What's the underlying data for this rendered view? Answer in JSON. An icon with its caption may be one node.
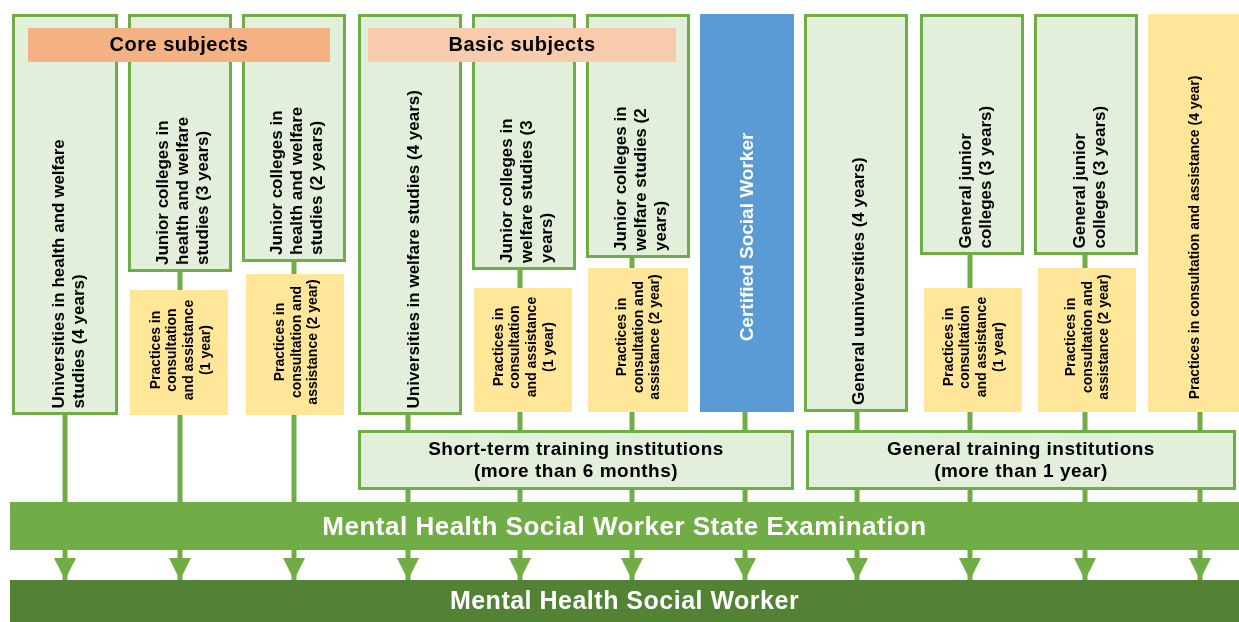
{
  "diagram": {
    "nodes": [
      {
        "text": [
          "Core subjects"
        ]
      },
      {
        "text": [
          "Basic subjects"
        ]
      },
      {
        "text": [
          "Universities in health and welfare studies (4 years)"
        ]
      },
      {
        "text": [
          "Junior colleges in health and welfare studies (3 years)"
        ]
      },
      {
        "text": [
          "Junior colleges in health and welfare studies (2 years)"
        ]
      },
      {
        "text": [
          "Universities in welfare studies (4 years)"
        ]
      },
      {
        "text": [
          "Junior colleges in welfare studies (3 years)"
        ]
      },
      {
        "text": [
          "Junior colleges in welfare studies (2 years)"
        ]
      },
      {
        "text": [
          "Certified Social Worker"
        ]
      },
      {
        "text": [
          "General uuniversities (4 years)"
        ]
      },
      {
        "text": [
          "General junior colleges (3 years)"
        ]
      },
      {
        "text": [
          "General junior colleges (3 years)"
        ]
      },
      {
        "text": [
          "Practices in consultation and assistance (4 year)"
        ]
      },
      {
        "text": [
          "Practices in consultation and assistance (1 year)"
        ]
      },
      {
        "text": [
          "Practices in consultation and assistance (2 year)"
        ]
      },
      {
        "text": [
          "Practices in consultation and assistance (1 year)"
        ]
      },
      {
        "text": [
          "Practices in consultation and assistance (2 year)"
        ]
      },
      {
        "text": [
          "Practices in consultation and assistance (1 year)"
        ]
      },
      {
        "text": [
          "Practices in consultation and assistance (2 year)"
        ]
      },
      {
        "text": [
          "Short-term training institutions",
          "(more than 6 months)"
        ]
      },
      {
        "text": [
          "General training institutions",
          "(more than 1 year)"
        ]
      },
      {
        "text": [
          "Mental Health Social Worker State Examination"
        ]
      },
      {
        "text": [
          "Mental Health Social Worker"
        ]
      }
    ],
    "edges": [
      {
        "from": 2,
        "to": 21,
        "arrow": "none"
      },
      {
        "from": 3,
        "to": 13,
        "arrow": "none"
      },
      {
        "from": 13,
        "to": 21,
        "arrow": "none"
      },
      {
        "from": 4,
        "to": 14,
        "arrow": "none"
      },
      {
        "from": 14,
        "to": 21,
        "arrow": "none"
      },
      {
        "from": 5,
        "to": 19,
        "arrow": "none"
      },
      {
        "from": 19,
        "to": 21,
        "arrow": "none"
      },
      {
        "from": 6,
        "to": 15,
        "arrow": "none"
      },
      {
        "from": 15,
        "to": 19,
        "arrow": "none"
      },
      {
        "from": 19,
        "to": 21,
        "arrow": "none"
      },
      {
        "from": 7,
        "to": 16,
        "arrow": "none"
      },
      {
        "from": 16,
        "to": 19,
        "arrow": "none"
      },
      {
        "from": 19,
        "to": 21,
        "arrow": "none"
      },
      {
        "from": 8,
        "to": 19,
        "arrow": "none"
      },
      {
        "from": 19,
        "to": 21,
        "arrow": "none"
      },
      {
        "from": 9,
        "to": 20,
        "arrow": "none"
      },
      {
        "from": 20,
        "to": 21,
        "arrow": "none"
      },
      {
        "from": 10,
        "to": 17,
        "arrow": "none"
      },
      {
        "from": 17,
        "to": 20,
        "arrow": "none"
      },
      {
        "from": 20,
        "to": 21,
        "arrow": "none"
      },
      {
        "from": 11,
        "to": 18,
        "arrow": "none"
      },
      {
        "from": 18,
        "to": 20,
        "arrow": "none"
      },
      {
        "from": 20,
        "to": 21,
        "arrow": "none"
      },
      {
        "from": 12,
        "to": 20,
        "arrow": "none"
      },
      {
        "from": 20,
        "to": 21,
        "arrow": "none"
      },
      {
        "from": 21,
        "to": 22,
        "arrow": "to"
      },
      {
        "from": 21,
        "to": 22,
        "arrow": "to"
      },
      {
        "from": 21,
        "to": 22,
        "arrow": "to"
      },
      {
        "from": 21,
        "to": 22,
        "arrow": "to"
      },
      {
        "from": 21,
        "to": 22,
        "arrow": "to"
      },
      {
        "from": 21,
        "to": 22,
        "arrow": "to"
      },
      {
        "from": 21,
        "to": 22,
        "arrow": "to"
      },
      {
        "from": 21,
        "to": 22,
        "arrow": "to"
      },
      {
        "from": 21,
        "to": 22,
        "arrow": "to"
      },
      {
        "from": 21,
        "to": 22,
        "arrow": "to"
      },
      {
        "from": 21,
        "to": 22,
        "arrow": "to"
      }
    ]
  }
}
